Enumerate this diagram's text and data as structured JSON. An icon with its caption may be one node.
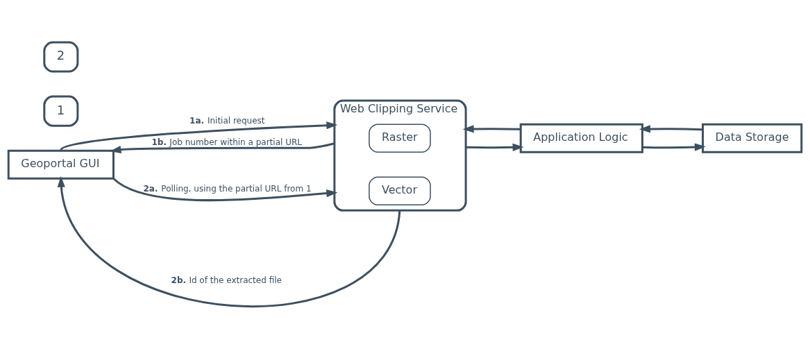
{
  "diagram": {
    "nodes": [
      {
        "text": [
          "Geoportal GUI"
        ]
      },
      {
        "text": [
          "Web Clipping Service"
        ]
      },
      {
        "text": [
          "Raster"
        ],
        "in": 1
      },
      {
        "text": [
          "Vector"
        ],
        "in": 1
      },
      {
        "text": [
          "Application Logic"
        ]
      },
      {
        "text": [
          "Data Storage"
        ]
      },
      {
        "text": [
          "1"
        ]
      },
      {
        "text": [
          "2"
        ]
      }
    ],
    "edges": [
      {
        "from": 0,
        "to": 1,
        "arrow": "to",
        "label": "**1a.** Initial request"
      },
      {
        "from": 1,
        "to": 0,
        "arrow": "to",
        "label": "**1b.** Job number within a partial URL"
      },
      {
        "from": 0,
        "to": 1,
        "arrow": "to",
        "label": "**2a.** Polling, using the partial URL from 1"
      },
      {
        "from": 1,
        "to": 0,
        "arrow": "to",
        "label": "**2b.** Id of the extracted file"
      },
      {
        "from": 1,
        "to": 4,
        "arrow": "to"
      },
      {
        "from": 4,
        "to": 1,
        "arrow": "to"
      },
      {
        "from": 4,
        "to": 5,
        "arrow": "to"
      },
      {
        "from": 5,
        "to": 4,
        "arrow": "to"
      }
    ]
  }
}
